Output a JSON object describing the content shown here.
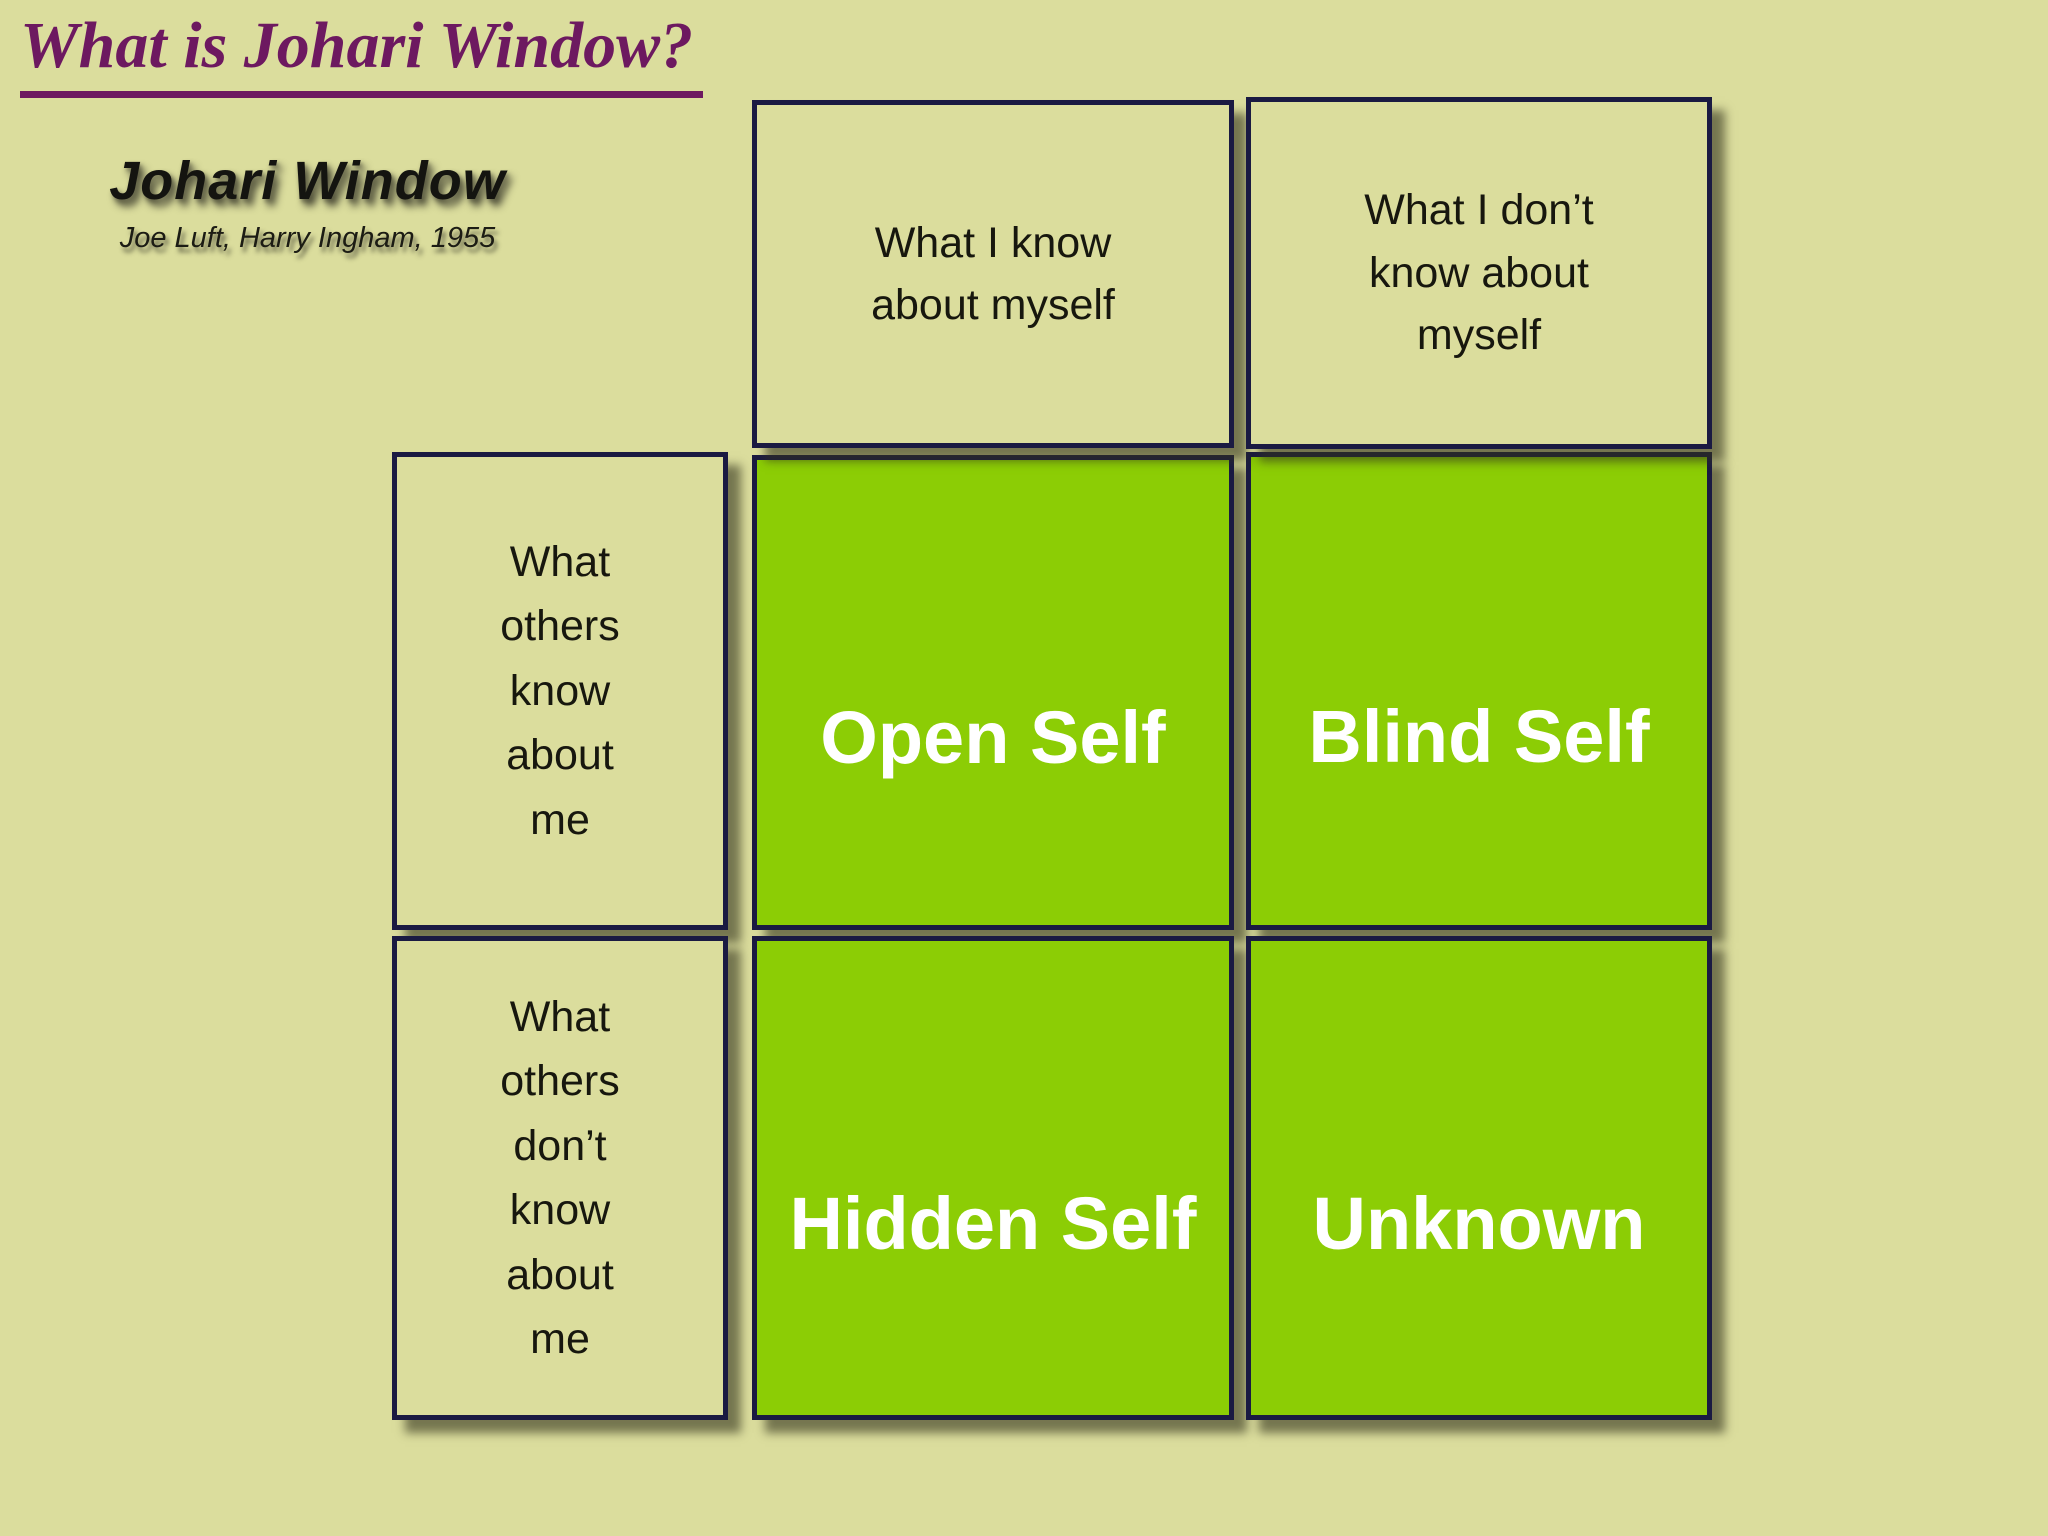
{
  "slide": {
    "title": "What is Johari Window?"
  },
  "brand": {
    "title": "Johari Window",
    "attribution": "Joe Luft, Harry Ingham, 1955"
  },
  "matrix": {
    "column_headers": [
      "What I know\nabout myself",
      "What I don’t\nknow about\nmyself"
    ],
    "row_headers": [
      "What\nothers\nknow\nabout\nme",
      "What\nothers\ndon’t\nknow\nabout\nme"
    ],
    "cells": [
      "Open Self",
      "Blind Self",
      "Hidden Self",
      "Unknown"
    ]
  },
  "colors": {
    "background": "#dbdd9d",
    "title_purple": "#6d1960",
    "cell_green": "#8ccd05",
    "border_navy": "#1a1a42",
    "text_dark": "#17170e",
    "cell_text": "#ffffff"
  }
}
